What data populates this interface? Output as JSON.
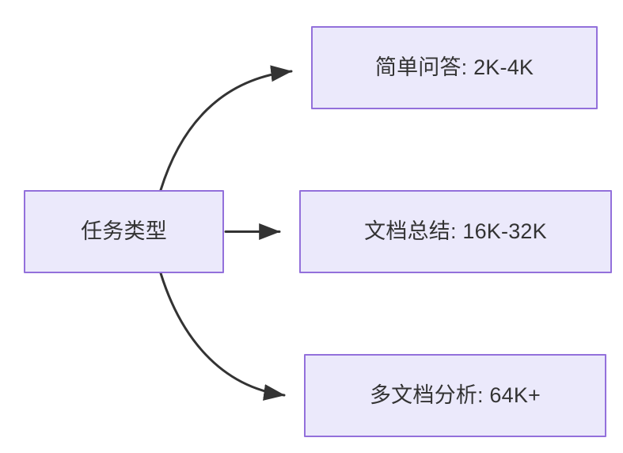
{
  "diagram": {
    "type": "flowchart",
    "direction": "left-to-right",
    "background_color": "#ffffff",
    "node_fill_color": "#ebe9fb",
    "node_border_color": "#9370db",
    "node_text_color": "#333333",
    "edge_color": "#333333",
    "root": {
      "id": "root",
      "label": "任务类型"
    },
    "nodes": [
      {
        "id": "task-0",
        "label": "简单问答: 2K-4K",
        "edge_style": "curved"
      },
      {
        "id": "task-1",
        "label": "文档总结: 16K-32K",
        "edge_style": "straight"
      },
      {
        "id": "task-2",
        "label": "多文档分析: 64K+",
        "edge_style": "curved"
      }
    ]
  }
}
